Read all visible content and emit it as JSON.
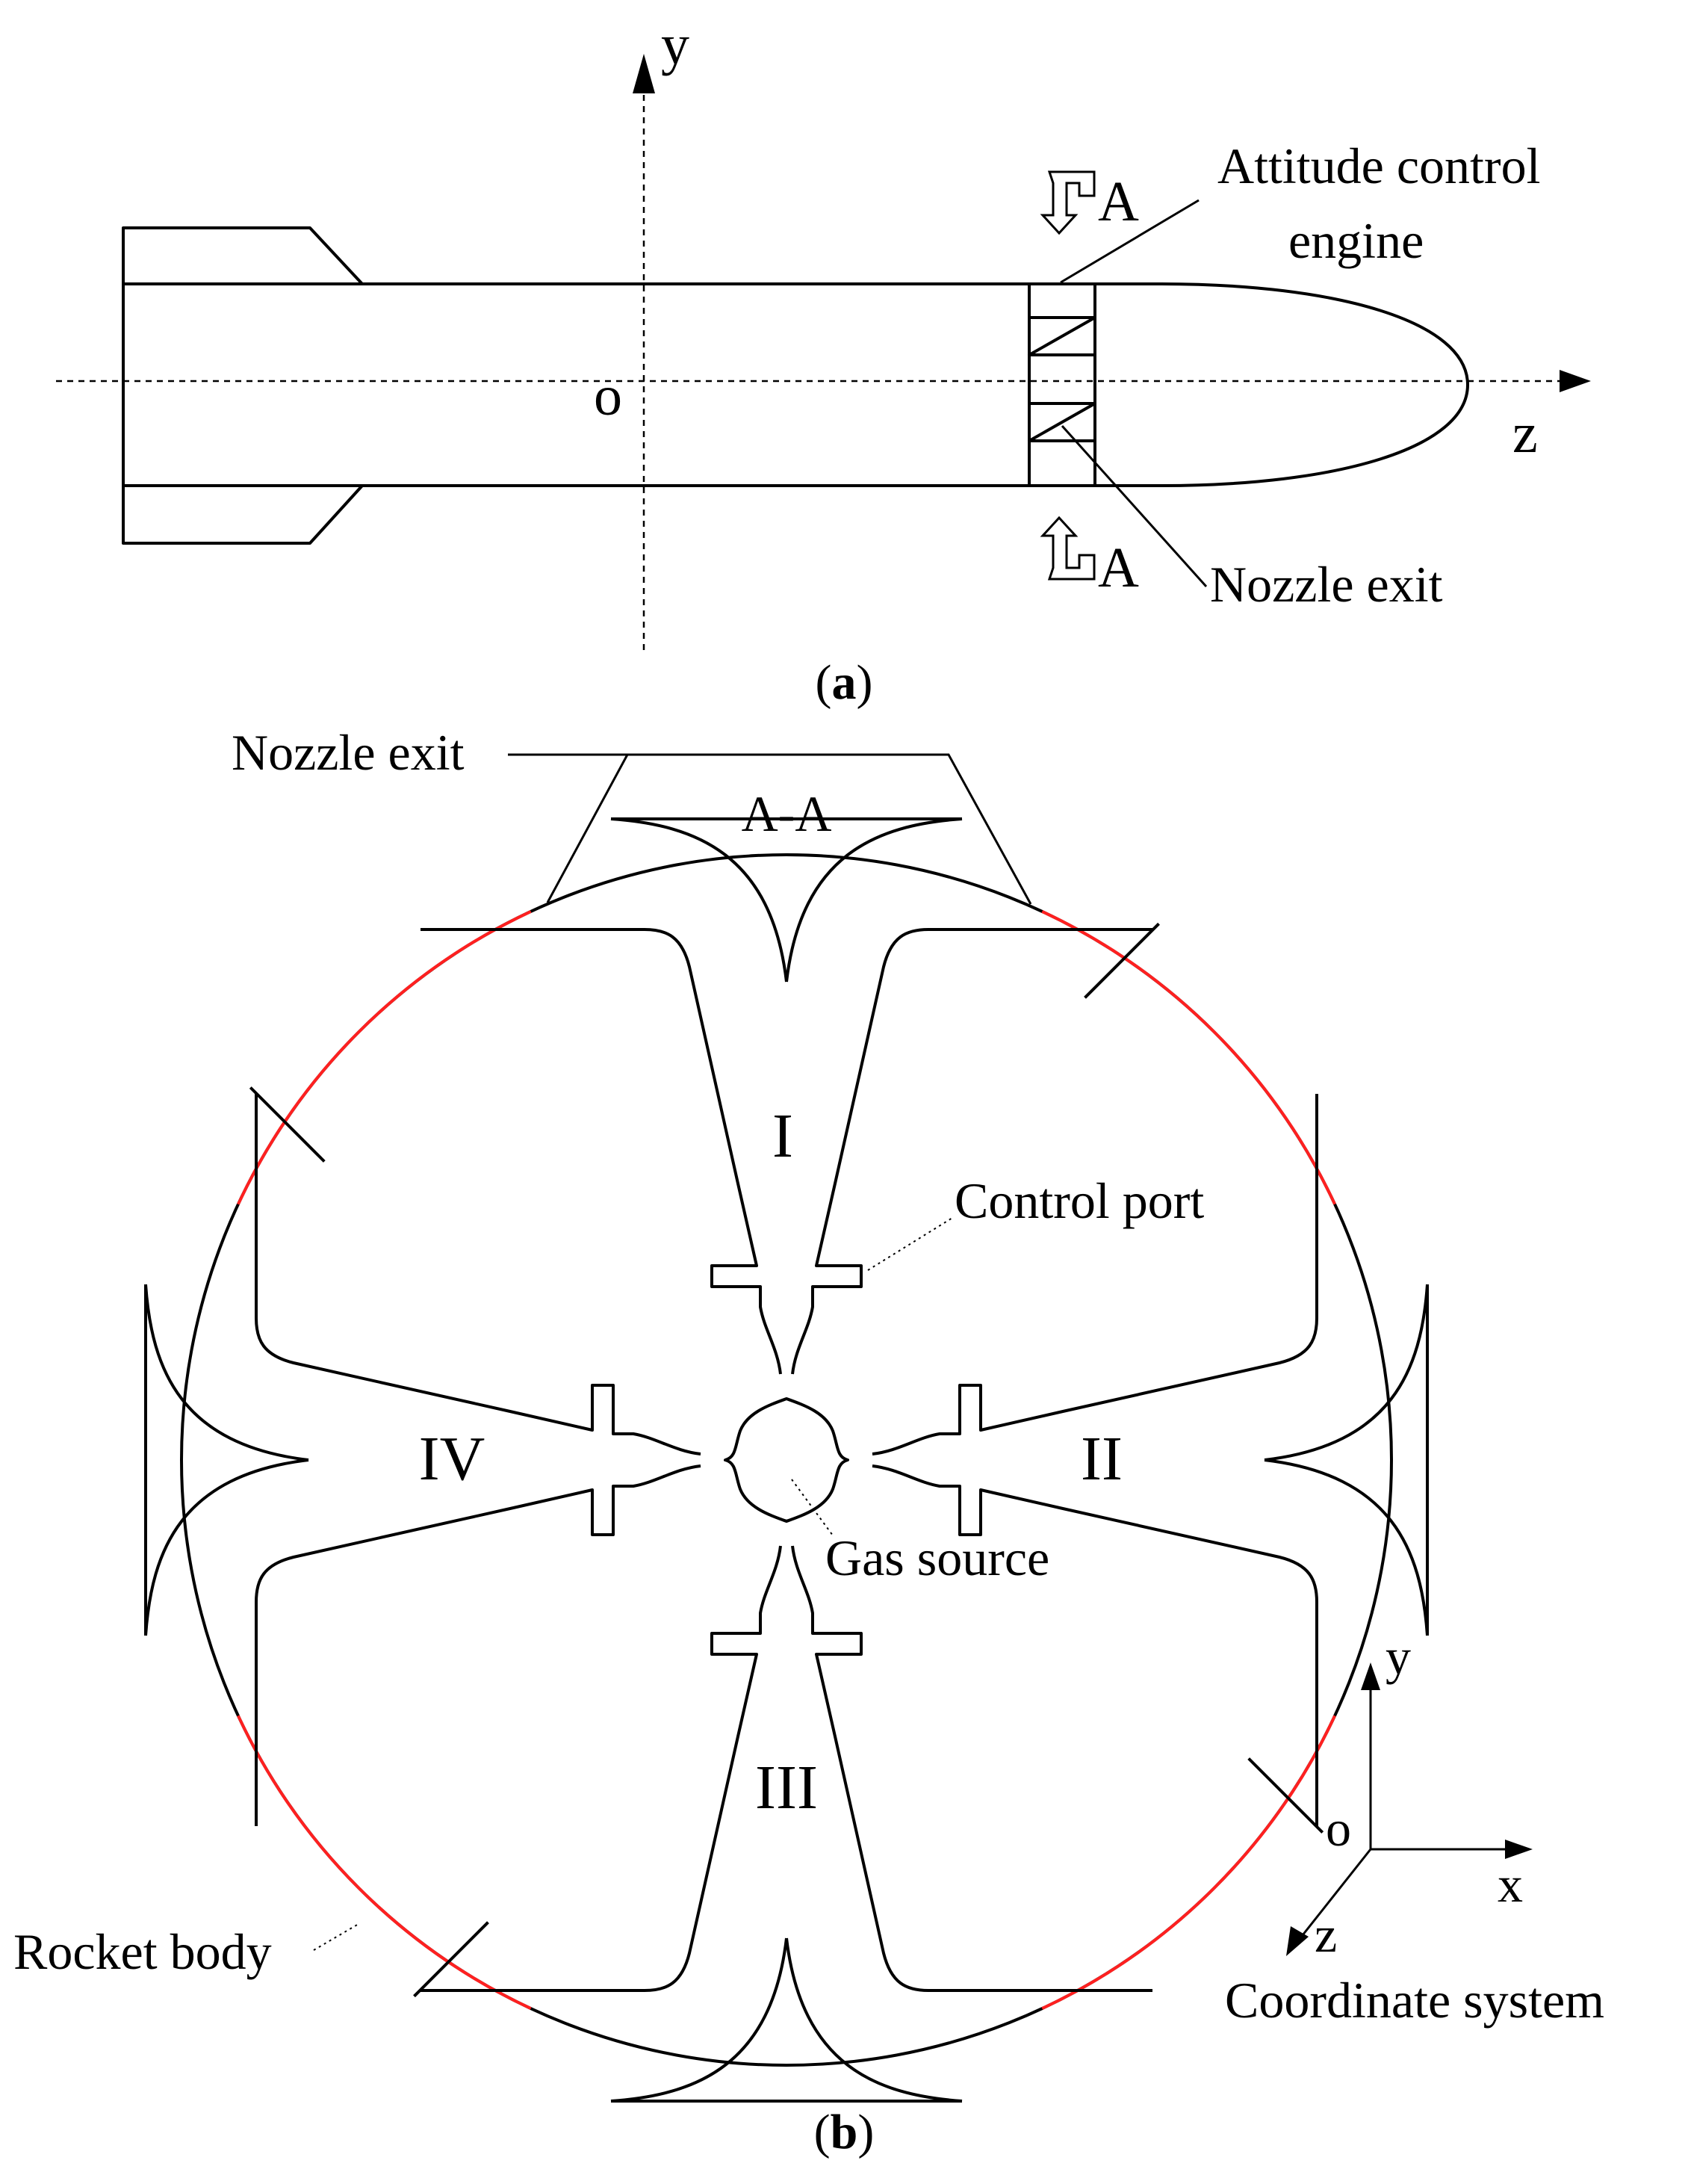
{
  "panel_a": {
    "caption_open": "(",
    "caption_letter": "a",
    "caption_close": ")",
    "axis_y": "y",
    "axis_z": "z",
    "origin": "o",
    "section_mark_top": "A",
    "section_mark_bottom": "A",
    "label_attitude_line1": "Attitude control",
    "label_attitude_line2": "engine",
    "label_nozzle_exit": "Nozzle exit"
  },
  "panel_b": {
    "caption_open": "(",
    "caption_letter": "b",
    "caption_close": ")",
    "section_title": "A-A",
    "label_nozzle_exit": "Nozzle exit",
    "label_control_port": "Control port",
    "label_gas_source": "Gas source",
    "label_rocket_body": "Rocket body",
    "channel_I": "I",
    "channel_II": "II",
    "channel_III": "III",
    "channel_IV": "IV",
    "coord_y": "y",
    "coord_x": "x",
    "coord_z": "z",
    "coord_o": "o",
    "coord_caption": "Coordinate system"
  },
  "colors": {
    "line": "#000000",
    "nozzle_exit_arc": "#ff2020",
    "background": "#ffffff"
  }
}
